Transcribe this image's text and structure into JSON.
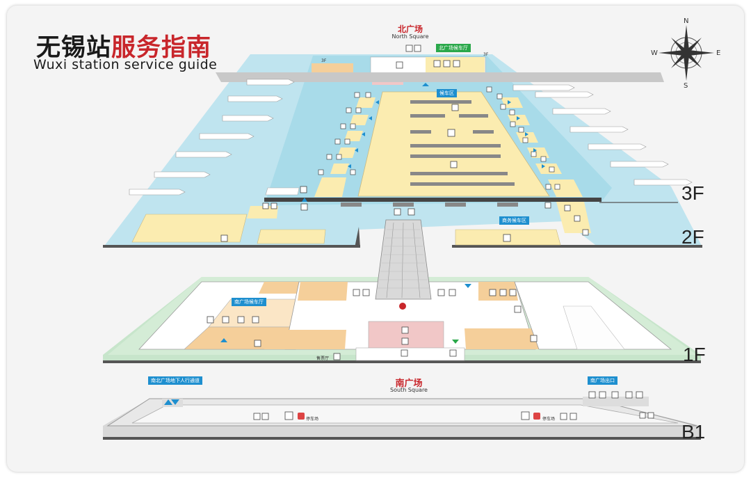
{
  "title": {
    "cn_dark": "无锡站",
    "cn_red": "服务指南",
    "en": "Wuxi station service guide"
  },
  "north_square": {
    "cn": "北广场",
    "en": "North Square"
  },
  "south_square": {
    "cn": "南广场",
    "en": "South Square"
  },
  "compass": {
    "n": "N",
    "s": "S",
    "e": "E",
    "w": "W"
  },
  "floors": {
    "f3": "3F",
    "f2": "2F",
    "f1": "1F",
    "b1": "B1"
  },
  "tags": {
    "north_hall": "北广场候车厅",
    "waiting_area": "候车区",
    "business_waiting": "商务候车区",
    "south_hall": "南广场候车厅",
    "south_exit": "南广场出口",
    "south_passage": "南北广场地下人行通道"
  },
  "small_labels": {
    "left_3f": "3F",
    "right_3f": "3F",
    "ticket_1f": "售票厅",
    "parking_b1_left": "停车场",
    "parking_b1_right": "停车场"
  },
  "colors": {
    "platform_blue": "#bfe4ef",
    "hall_yellow": "#fbecb0",
    "ground_green": "#d4ecd6",
    "accent_red": "#c8262b",
    "tag_blue": "#1e8fcf"
  }
}
